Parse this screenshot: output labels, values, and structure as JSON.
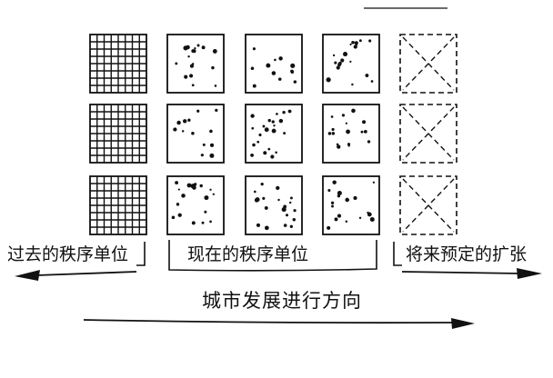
{
  "diagram": {
    "rows": 3,
    "columns": [
      {
        "kind": "grid"
      },
      {
        "kind": "dots"
      },
      {
        "kind": "dots"
      },
      {
        "kind": "dots"
      },
      {
        "kind": "dashed-cross"
      }
    ],
    "stroke_color": "#111111"
  },
  "labels": {
    "past": "过去的秩序单位",
    "present": "现在的秩序单位",
    "future": "将来预定的扩张",
    "direction": "城市发展进行方向"
  }
}
